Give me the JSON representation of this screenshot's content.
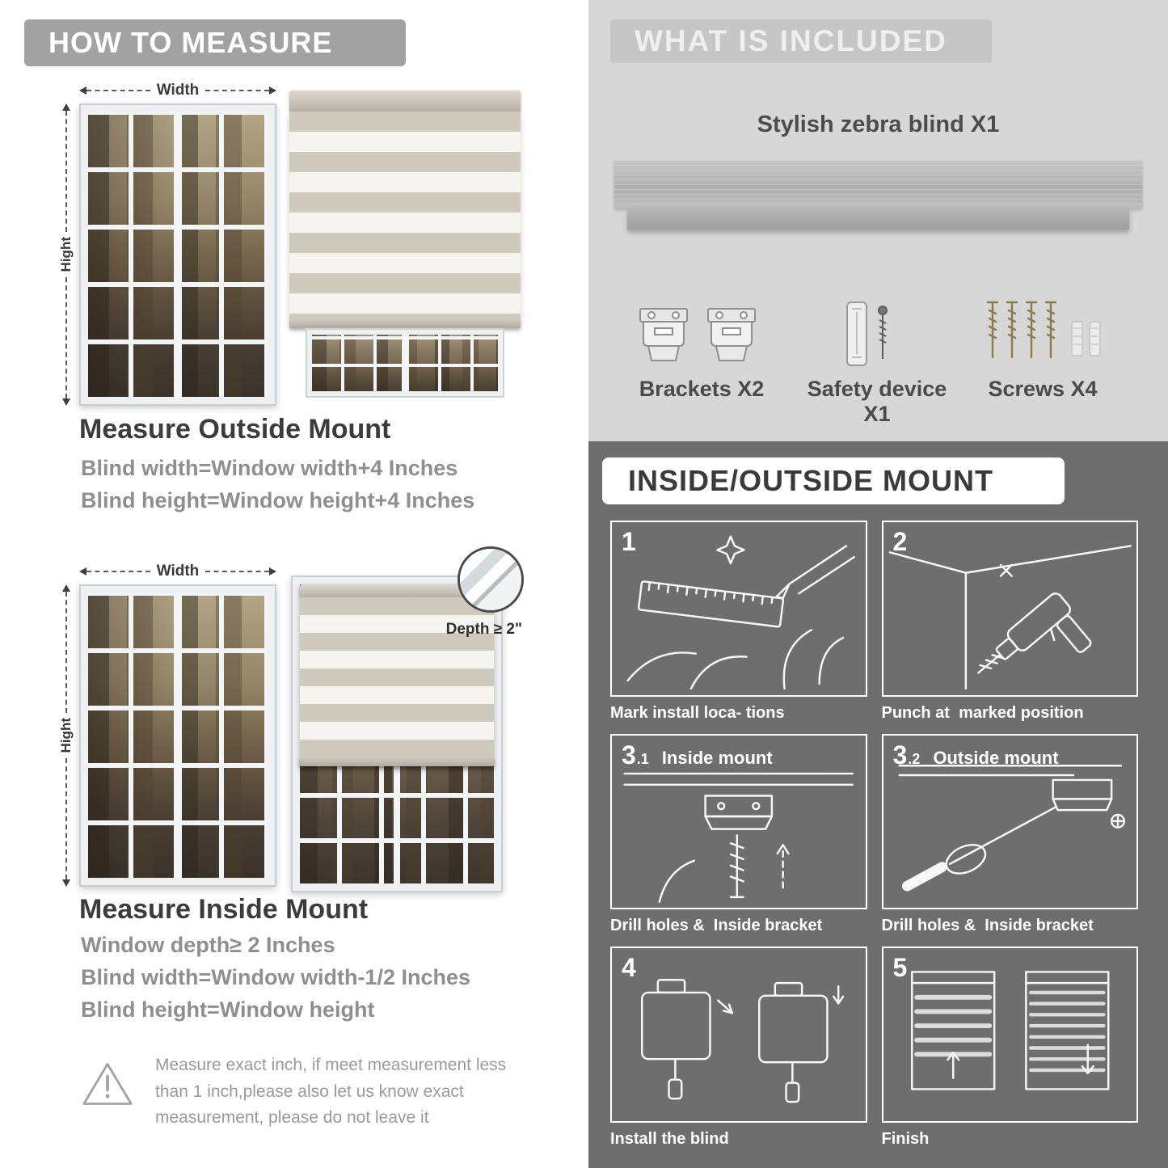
{
  "measure": {
    "header": "HOW TO MEASURE",
    "width_label": "Width",
    "height_label": "Hight",
    "outside": {
      "title": "Measure Outside Mount",
      "lines": [
        "Blind width=Window width+4 Inches",
        "Blind height=Window height+4 Inches"
      ]
    },
    "inside": {
      "depth_callout": "Depth ≥ 2\"",
      "title": "Measure Inside Mount",
      "lines": [
        "Window depth≥ 2 Inches",
        "Blind width=Window width-1/2 Inches",
        "Blind height=Window height"
      ]
    },
    "note": "Measure exact inch, if meet measurement less than 1 inch,please also let us know exact measurement, please do not leave it"
  },
  "included": {
    "header": "WHAT IS INCLUDED",
    "product_label": "Stylish zebra blind X1",
    "items": [
      "Brackets X2",
      "Safety device X1",
      "Screws X4"
    ]
  },
  "mount": {
    "header": "INSIDE/OUTSIDE MOUNT",
    "steps": [
      {
        "num": "1",
        "sub": "",
        "label": "",
        "caption": "Mark install loca- tions"
      },
      {
        "num": "2",
        "sub": "",
        "label": "",
        "caption": "Punch at  marked position"
      },
      {
        "num": "3",
        "sub": ".1",
        "label": "Inside mount",
        "caption": "Drill holes &  Inside bracket"
      },
      {
        "num": "3",
        "sub": ".2",
        "label": "Outside mount",
        "caption": "Drill holes &  Inside bracket"
      },
      {
        "num": "4",
        "sub": "",
        "label": "",
        "caption": "Install the blind"
      },
      {
        "num": "5",
        "sub": "",
        "label": "",
        "caption": "Finish"
      }
    ]
  },
  "colors": {
    "header_gray": "#a2a2a2",
    "included_bg": "#d7d7d7",
    "mount_bg": "#6e6e6e",
    "text_dark": "#3c3c3c",
    "text_gray": "#8f8f8f"
  }
}
